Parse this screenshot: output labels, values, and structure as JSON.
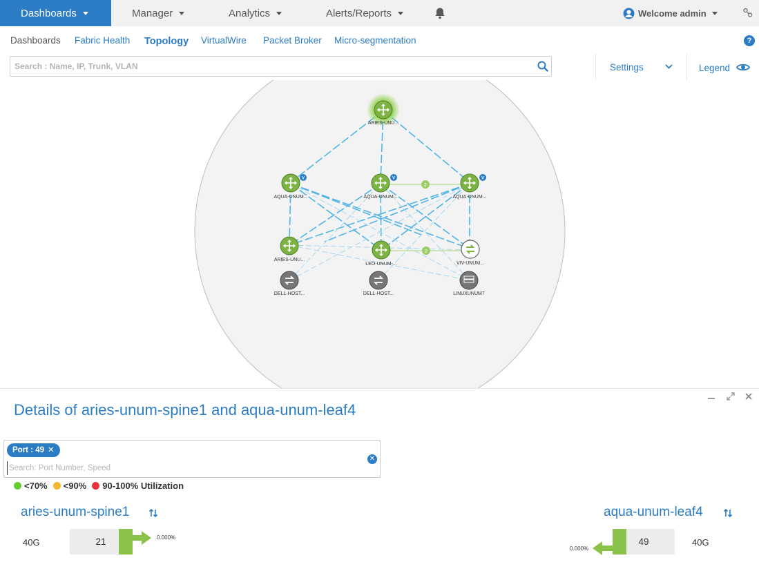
{
  "topbar": {
    "dashboards": "Dashboards",
    "manager": "Manager",
    "analytics": "Analytics",
    "alerts": "Alerts/Reports",
    "welcome": "Welcome admin"
  },
  "subnav": {
    "tabs": [
      "Dashboards",
      "Fabric Health",
      "Topology",
      "VirtualWire",
      "Packet Broker",
      "Micro-segmentation"
    ],
    "active": "Topology"
  },
  "search": {
    "placeholder": "Search : Name, IP, Trunk, VLAN"
  },
  "toolbar": {
    "settings": "Settings",
    "legend": "Legend"
  },
  "topology": {
    "nodes": [
      {
        "label": "ARIES-UNU...",
        "type": "switch",
        "selected": true
      },
      {
        "label": "AQUA-UNUM...",
        "type": "switch",
        "badge": "V"
      },
      {
        "label": "AQUA-UNUM...",
        "type": "switch",
        "badge": "V"
      },
      {
        "label": "AQUA-UNUM...",
        "type": "switch",
        "badge": "V"
      },
      {
        "label": "ARIES-UNU...",
        "type": "switch"
      },
      {
        "label": "LEO-UNUM-...",
        "type": "switch"
      },
      {
        "label": "VIV-UNUM...",
        "type": "host-switch"
      },
      {
        "label": "DELL-HOST...",
        "type": "host"
      },
      {
        "label": "DELL-HOST...",
        "type": "host"
      },
      {
        "label": "LINUXUNUM7",
        "type": "server"
      }
    ],
    "link_badges": [
      "2",
      "2"
    ]
  },
  "details": {
    "title": "Details of aries-unum-spine1 and aqua-unum-leaf4",
    "chip": "Port : 49",
    "filter_placeholder": "Search: Port Number, Speed",
    "utilization": {
      "low": "<70%",
      "mid": "<90%",
      "high": "90-100% Utilization"
    },
    "left": {
      "device": "aries-unum-spine1",
      "speed": "40G",
      "port": "21",
      "utilization": "0.000%"
    },
    "right": {
      "device": "aqua-unum-leaf4",
      "speed": "40G",
      "port": "49",
      "utilization": "0.000%"
    }
  },
  "colors": {
    "brand": "#2b7cc4",
    "node_green": "#7cb342",
    "link_blue": "#4fb3e8",
    "util_low": "#66cc33",
    "util_mid": "#f5b731",
    "util_high": "#e8333c"
  }
}
